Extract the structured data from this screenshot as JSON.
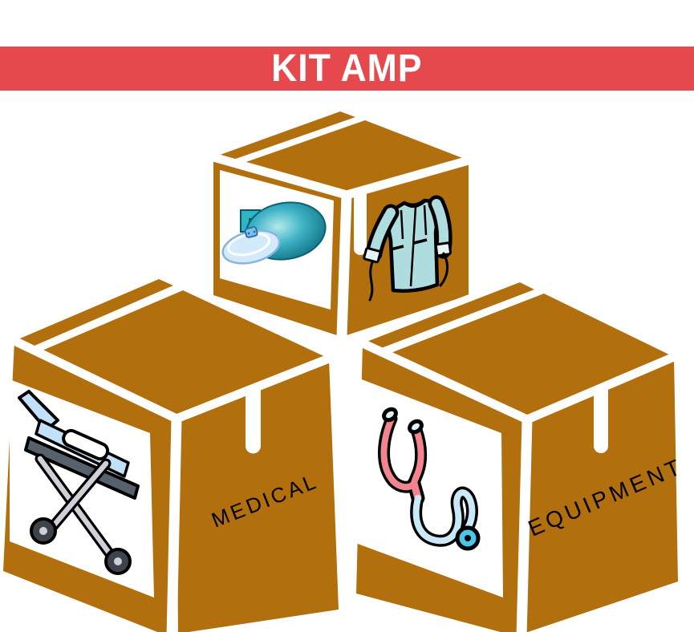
{
  "banner": {
    "title": "KIT AMP"
  },
  "boxes": {
    "top": {
      "label": "",
      "icons": [
        "manual-resuscitator-icon",
        "surgical-gown-icon"
      ]
    },
    "bottom_left": {
      "label": "MEDICAL",
      "icons": [
        "stretcher-icon"
      ]
    },
    "bottom_right": {
      "label": "EQUIPMENT",
      "icons": [
        "stethoscope-icon"
      ]
    }
  },
  "colors": {
    "cardboard": "#B16F0E",
    "banner_red": "#E5494D",
    "banner_text": "#FFFFFF",
    "label_text": "#000000",
    "resuscitator_teal": "#2FA9BE",
    "gown_teal": "#AFDCDF",
    "stetho_pink": "#F2838F",
    "stetho_blue": "#C9E9F8",
    "stetho_chest": "#4AC6E9"
  }
}
